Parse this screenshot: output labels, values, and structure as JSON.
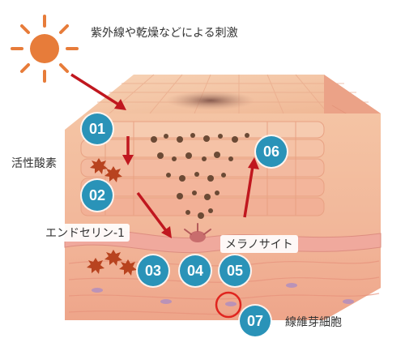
{
  "colors": {
    "badge": "#2a93b8",
    "arrow": "#c0171f",
    "sun": "#e77c3a",
    "skin_top": "#f3c3a2",
    "skin_side": "#f0a98c",
    "melanin": "#6b4a35",
    "highlight_circle": "#e0251f"
  },
  "labels": {
    "stimulus": "紫外線や乾燥などによる刺激",
    "ros": "活性酸素",
    "endothelin": "エンドセリン-1",
    "melanocyte": "メラノサイト",
    "fibroblast": "線維芽細胞"
  },
  "steps": [
    "01",
    "02",
    "03",
    "04",
    "05",
    "06",
    "07"
  ],
  "icons": [
    "sun-icon",
    "reactive-oxygen-icon",
    "melanocyte-icon"
  ]
}
